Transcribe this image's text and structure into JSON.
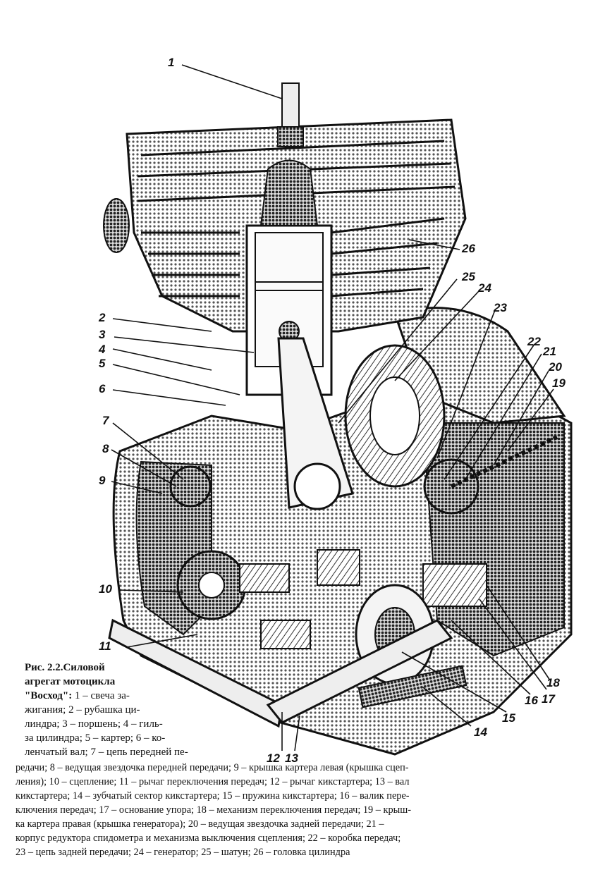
{
  "figure": {
    "callouts": [
      "1",
      "2",
      "3",
      "4",
      "5",
      "6",
      "7",
      "8",
      "9",
      "10",
      "11",
      "12",
      "13",
      "14",
      "15",
      "16",
      "17",
      "18",
      "19",
      "20",
      "21",
      "22",
      "23",
      "24",
      "25",
      "26"
    ]
  },
  "caption": {
    "head_lines": [
      {
        "bold": "Рис. 2.2.",
        "rest": "Силовой"
      },
      {
        "bold": "агрегат мотоцикла",
        "rest": ""
      },
      {
        "bold": "\"Восход\":",
        "rest": " 1 – свеча за-"
      },
      {
        "bold": "",
        "rest": "жигания; 2 – рубашка ци-"
      },
      {
        "bold": "",
        "rest": "линдра; 3 – поршень; 4 – гиль-"
      },
      {
        "bold": "",
        "rest": "за цилиндра; 5 – картер; 6 – ко-"
      },
      {
        "bold": "",
        "rest": "ленчатый вал; 7 – цепь передней пе-"
      }
    ],
    "body_lines": [
      "редачи; 8 – ведущая звездочка передней передачи; 9 – крышка картера левая (крышка сцеп-",
      "ления); 10 – сцепление; 11 – рычаг переключения передач; 12 – рычаг кикстартера; 13 – вал",
      "кикстартера; 14 – зубчатый сектор кикстартера; 15 – пружина кикстартера; 16 – валик пере-",
      "ключения передач; 17 – основание упора; 18 – механизм переключения передач; 19 – крыш-",
      "ка картера правая (крышка генератора); 20 – ведущая звездочка задней передачи; 21 –",
      "корпус редуктора спидометра и механизма выключения сцепления; 22 – коробка передач;",
      "23 – цепь задней передачи; 24 – генератор; 25 – шатун; 26 – головка цилиндра"
    ]
  },
  "colors": {
    "ink": "#111111",
    "paper": "#ffffff",
    "halftone": "#8a8a8a"
  }
}
